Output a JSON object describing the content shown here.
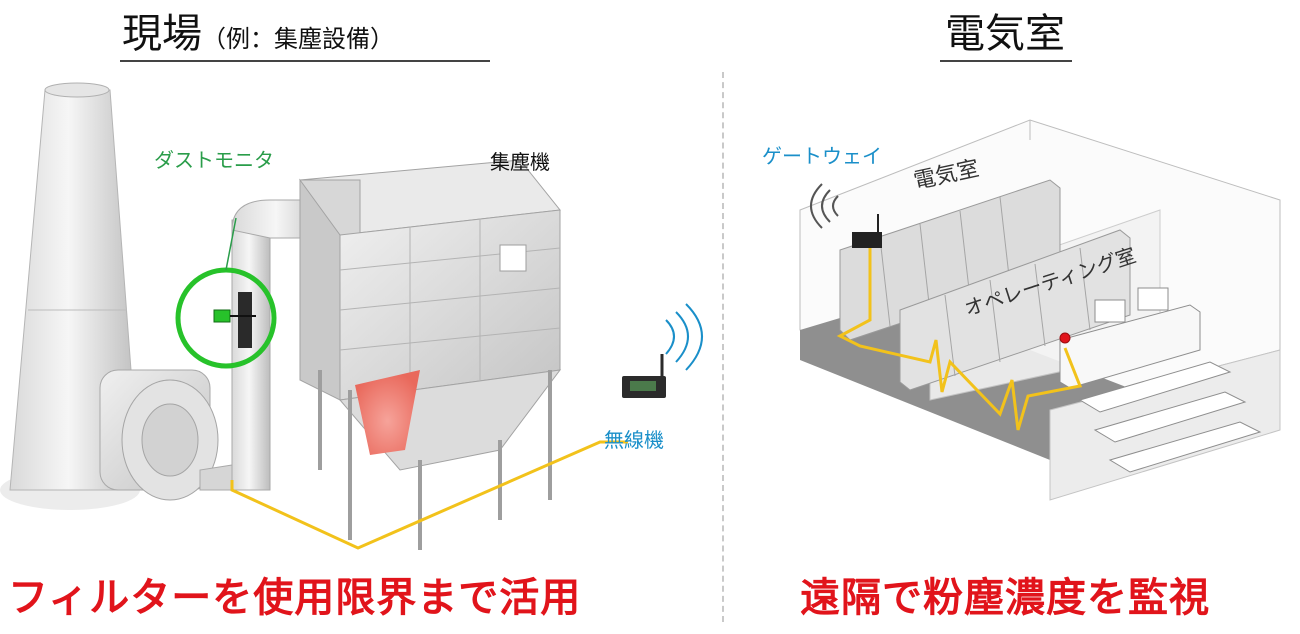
{
  "left": {
    "title": "現場",
    "title_sub": "（例：集塵設備）",
    "labels": {
      "dust_monitor": "ダストモニタ",
      "dust_collector": "集塵機",
      "wireless_unit": "無線機"
    },
    "caption": "フィルターを使用限界まで活用"
  },
  "right": {
    "title": "電気室",
    "labels": {
      "gateway": "ゲートウェイ",
      "electrical_room": "電気室",
      "operating_room": "オペレーティング室"
    },
    "caption": "遠隔で粉塵濃度を監視"
  },
  "colors": {
    "caption": "#e1141b",
    "cable": "#f2c21b",
    "dust_monitor_label": "#2a9d4a",
    "wireless_label": "#1a8fc9",
    "monitor_ring": "#27c22a"
  }
}
